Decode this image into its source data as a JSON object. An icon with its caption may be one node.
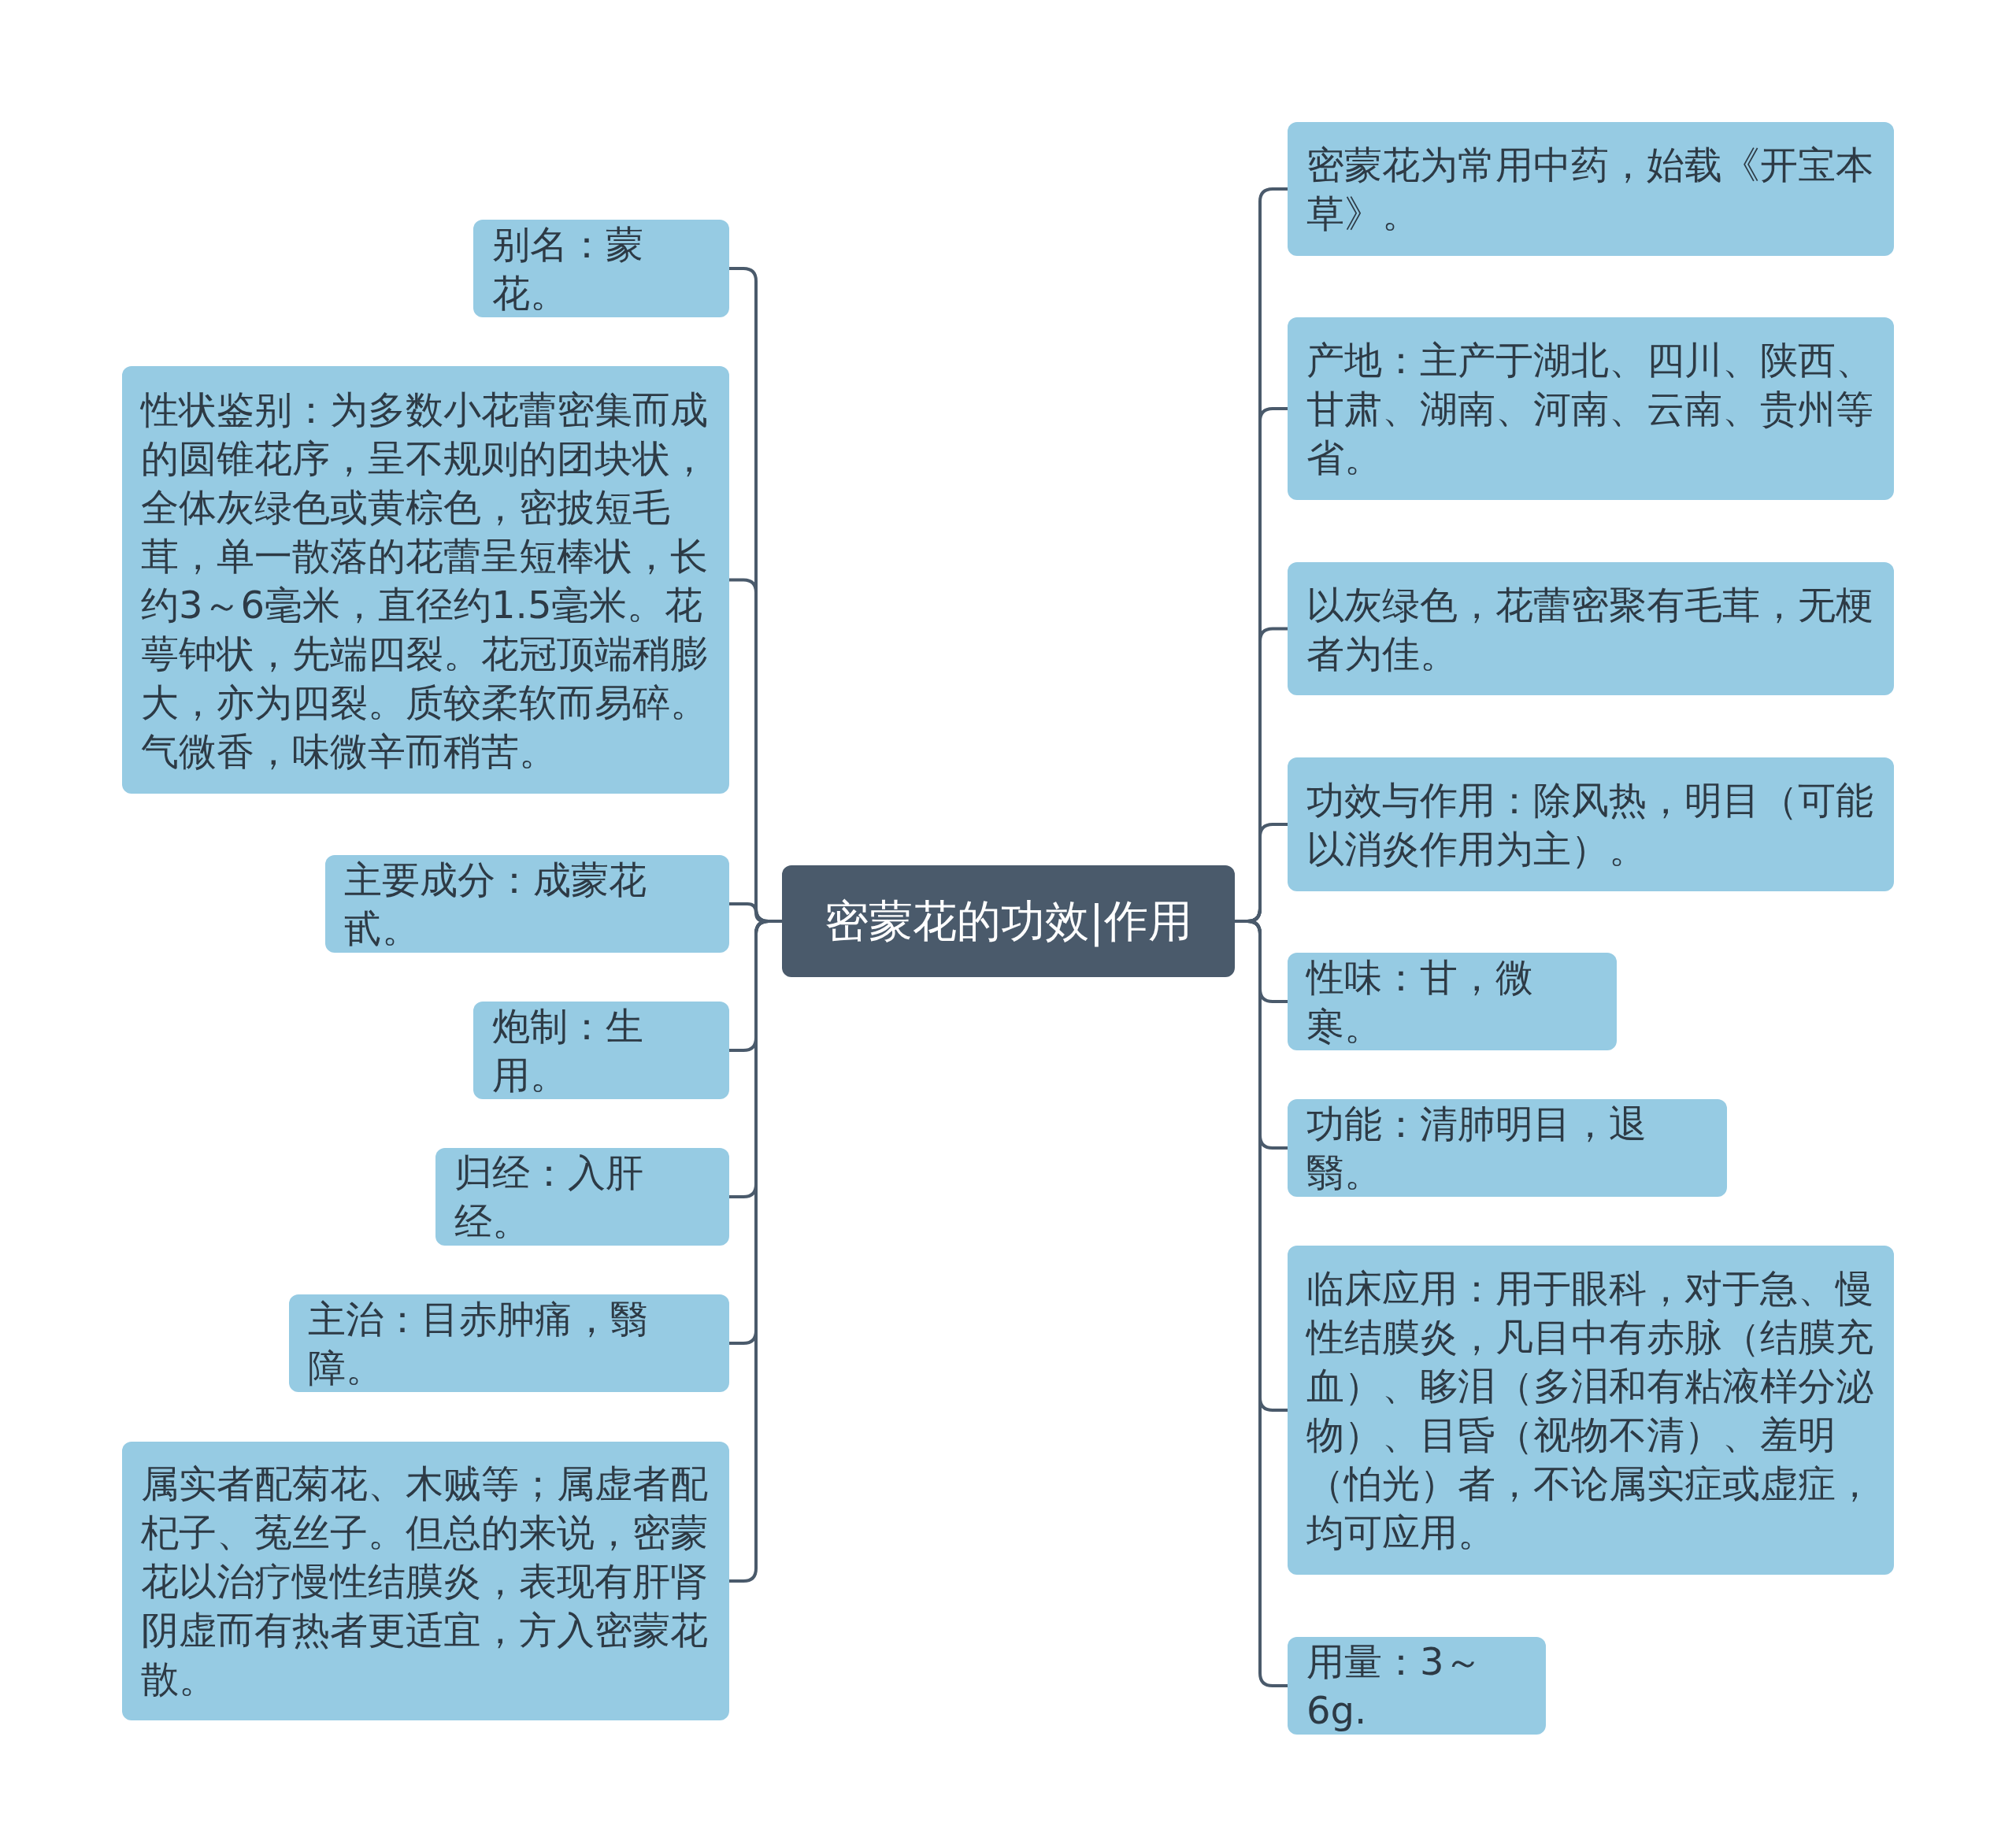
{
  "diagram": {
    "nodes": [
      {
        "text": [
          "密蒙花的功效|作用"
        ]
      },
      {
        "text": [
          "别名：蒙花。"
        ]
      },
      {
        "text": [
          "性状鉴别：为多数小花蕾密集而成的圆锥花序，呈不规则的团块状，全体灰绿色或黄棕色，密披短毛茸，单一散落的花蕾呈短棒状，长约3～6毫米，直径约1.5毫米。花萼钟状，先端四裂。花冠顶端稍膨大，亦为四裂。质较柔软而易碎。气微香，味微辛而稍苦。"
        ]
      },
      {
        "text": [
          "主要成分：成蒙花甙。"
        ]
      },
      {
        "text": [
          "炮制：生用。"
        ]
      },
      {
        "text": [
          "归经：入肝经。"
        ]
      },
      {
        "text": [
          "主治：目赤肿痛，翳障。"
        ]
      },
      {
        "text": [
          "属实者配菊花、木贼等；属虚者配杞子、菟丝子。但总的来说，密蒙花以治疗慢性结膜炎，表现有肝肾阴虚而有热者更适宜，方入密蒙花散。"
        ]
      },
      {
        "text": [
          "密蒙花为常用中药，始载《开宝本草》。"
        ]
      },
      {
        "text": [
          "产地：主产于湖北、四川、陕西、甘肃、湖南、河南、云南、贵州等省。"
        ]
      },
      {
        "text": [
          "以灰绿色，花蕾密聚有毛茸，无梗者为佳。"
        ]
      },
      {
        "text": [
          "功效与作用：除风热，明目（可能以消炎作用为主）。"
        ]
      },
      {
        "text": [
          "性味：甘，微寒。"
        ]
      },
      {
        "text": [
          "功能：清肺明目，退翳。"
        ]
      },
      {
        "text": [
          "临床应用：用于眼科，对于急、慢性结膜炎，凡目中有赤脉（结膜充血）、眵泪（多泪和有粘液样分泌物）、目昏（视物不清）、羞明（怕光）者，不论属实症或虚症，均可应用。"
        ]
      },
      {
        "text": [
          "用量：3～6g."
        ]
      }
    ],
    "edges": [
      {
        "from": 0,
        "to": 1,
        "arrow": "none"
      },
      {
        "from": 0,
        "to": 2,
        "arrow": "none"
      },
      {
        "from": 0,
        "to": 3,
        "arrow": "none"
      },
      {
        "from": 0,
        "to": 4,
        "arrow": "none"
      },
      {
        "from": 0,
        "to": 5,
        "arrow": "none"
      },
      {
        "from": 0,
        "to": 6,
        "arrow": "none"
      },
      {
        "from": 0,
        "to": 7,
        "arrow": "none"
      },
      {
        "from": 0,
        "to": 8,
        "arrow": "none"
      },
      {
        "from": 0,
        "to": 9,
        "arrow": "none"
      },
      {
        "from": 0,
        "to": 10,
        "arrow": "none"
      },
      {
        "from": 0,
        "to": 11,
        "arrow": "none"
      },
      {
        "from": 0,
        "to": 12,
        "arrow": "none"
      },
      {
        "from": 0,
        "to": 13,
        "arrow": "none"
      },
      {
        "from": 0,
        "to": 14,
        "arrow": "none"
      },
      {
        "from": 0,
        "to": 15,
        "arrow": "none"
      }
    ]
  }
}
